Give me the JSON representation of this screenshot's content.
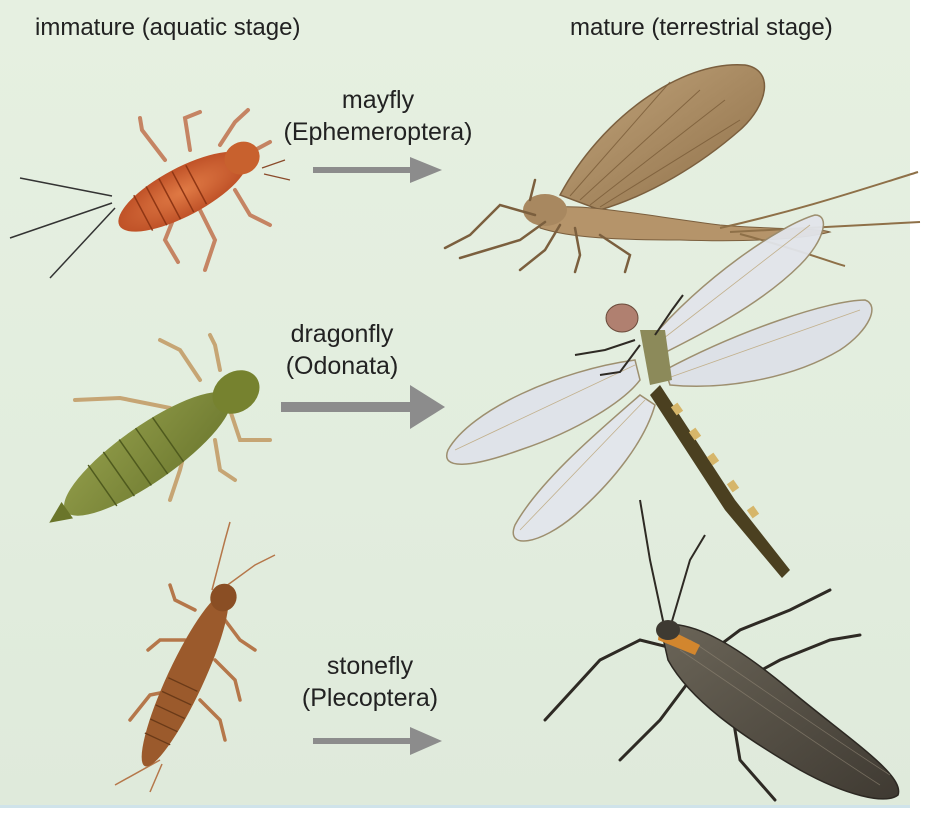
{
  "headers": {
    "immature": "immature (aquatic stage)",
    "mature": "mature (terrestrial stage)"
  },
  "insects": [
    {
      "common": "mayfly",
      "order": "(Ephemeroptera)"
    },
    {
      "common": "dragonfly",
      "order": "(Odonata)"
    },
    {
      "common": "stonefly",
      "order": "(Plecoptera)"
    }
  ],
  "colors": {
    "background": "#e3eedf",
    "arrow": "#8c8c8c",
    "mayfly_nymph": "#c85a2e",
    "dragonfly_nymph": "#7f8a3a",
    "stonefly_nymph": "#9a5a2a",
    "mayfly_adult": "#a98960",
    "dragonfly_wing": "#dfe3ea",
    "stonefly_adult": "#5a5347"
  },
  "icons": [
    "arrow-right-icon"
  ]
}
